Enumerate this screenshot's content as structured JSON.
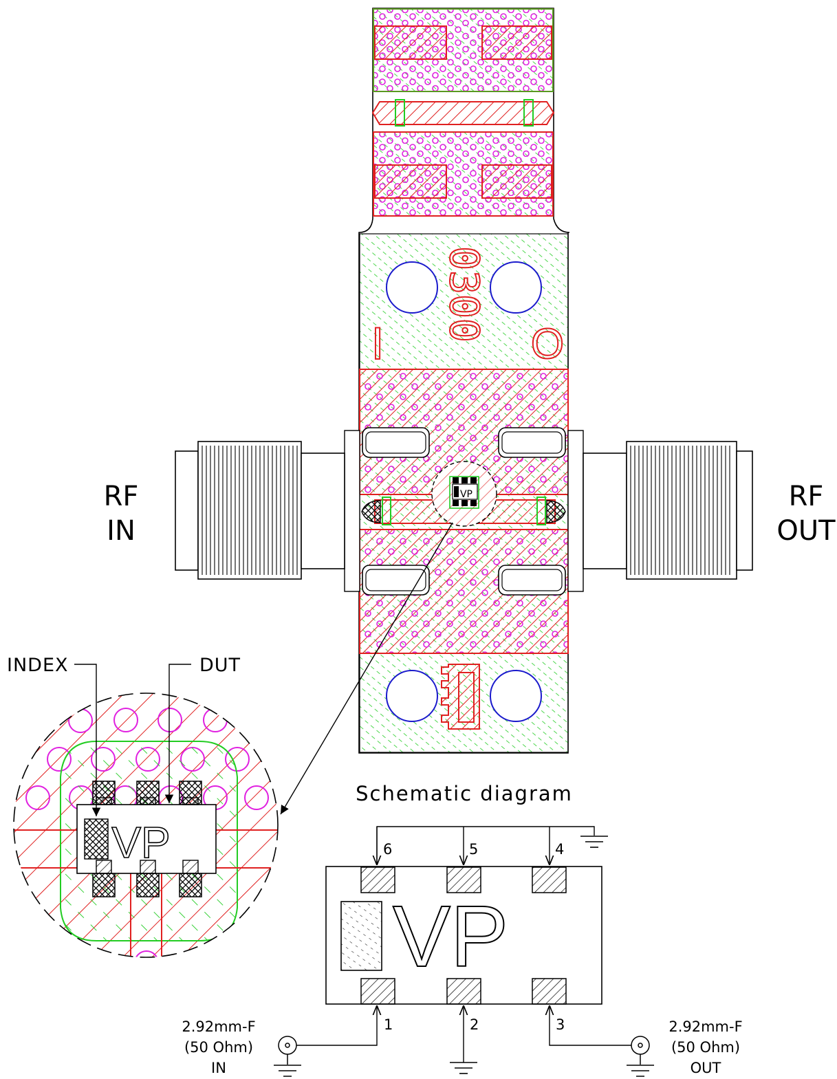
{
  "board_label": "0300",
  "board_marks": {
    "left": "I",
    "right": "O"
  },
  "rf_in": {
    "line1": "RF",
    "line2": "IN"
  },
  "rf_out": {
    "line1": "RF",
    "line2": "OUT"
  },
  "callouts": {
    "index": "INDEX",
    "dut": "DUT"
  },
  "device_marking": "VP",
  "schematic": {
    "title": "Schematic diagram",
    "pins_top": [
      "6",
      "5",
      "4"
    ],
    "pins_bottom": [
      "1",
      "2",
      "3"
    ]
  },
  "connector_in": {
    "line1": "2.92mm-F",
    "line2": "(50 Ohm)",
    "line3": "IN"
  },
  "connector_out": {
    "line1": "2.92mm-F",
    "line2": "(50 Ohm)",
    "line3": "OUT"
  },
  "colors": {
    "copper_red": "#e02020",
    "solder_green": "#22cc22",
    "via_magenta": "#e020e0",
    "hole_blue": "#1a1acc",
    "board_fill": "#f4fff0"
  }
}
